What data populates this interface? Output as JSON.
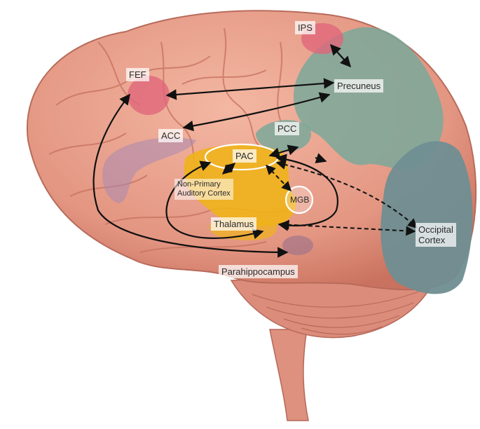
{
  "regions": {
    "ips": "IPS",
    "fef": "FEF",
    "precuneus": "Precuneus",
    "acc": "ACC",
    "pcc": "PCC",
    "pac": "PAC",
    "non_primary_auditory_cortex_line1": "Non-Primary",
    "non_primary_auditory_cortex_line2": "Auditory Cortex",
    "mgb": "MGB",
    "thalamus": "Thalamus",
    "occipital_cortex_line1": "Occipital",
    "occipital_cortex_line2": "Cortex",
    "parahippocampus": "Parahippocampus"
  },
  "colors": {
    "brain_base": "#e9a08a",
    "brain_fold": "#c97563",
    "parietal_highlight": "#7aa89a",
    "occipital_highlight": "#6f8e92",
    "fef_ips_highlight": "#e0667a",
    "acc_highlight": "#a989b3",
    "auditory_highlight": "#f0b21a",
    "arrow": "#111111"
  },
  "legend_notes": {
    "solid_arrow": "bidirectional connection",
    "dashed_arrow": "bidirectional connection (dashed)"
  }
}
